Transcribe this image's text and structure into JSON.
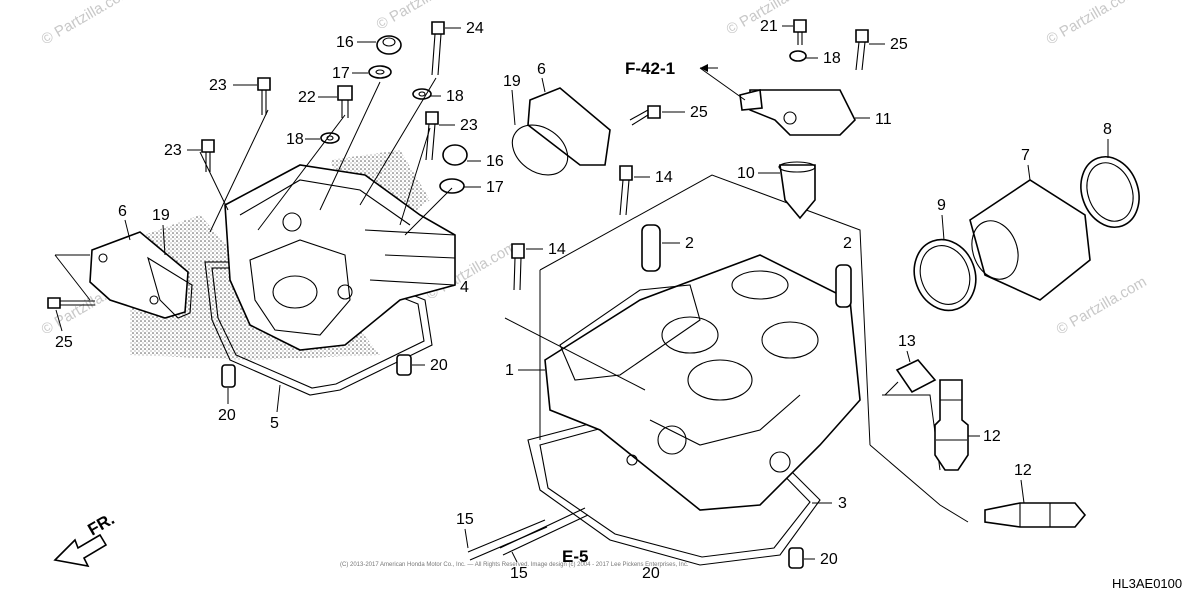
{
  "watermarks": [
    "© Partzilla.com",
    "© Partzilla.com",
    "© Partzilla.com",
    "© Partzilla.com",
    "© Partzilla.com",
    "© Partzilla.com",
    "© Partzilla.com"
  ],
  "callouts": {
    "c1": "1",
    "c2a": "2",
    "c2b": "2",
    "c3": "3",
    "c4": "4",
    "c5": "5",
    "c6a": "6",
    "c6b": "6",
    "c7": "7",
    "c8": "8",
    "c9": "9",
    "c10": "10",
    "c11": "11",
    "c12a": "12",
    "c12b": "12",
    "c13": "13",
    "c14a": "14",
    "c14b": "14",
    "c15a": "15",
    "c15b": "15",
    "c16a": "16",
    "c16b": "16",
    "c17a": "17",
    "c17b": "17",
    "c18a": "18",
    "c18b": "18",
    "c18c": "18",
    "c19a": "19",
    "c19b": "19",
    "c20a": "20",
    "c20b": "20",
    "c20c": "20",
    "c20d": "20",
    "c21": "21",
    "c22": "22",
    "c23a": "23",
    "c23b": "23",
    "c23c": "23",
    "c24": "24",
    "c25a": "25",
    "c25b": "25",
    "c25c": "25"
  },
  "references": {
    "f42": "F-42-1",
    "e5": "E-5"
  },
  "front_label": "FR.",
  "diagram_code": "HL3AE0100",
  "copyright": "(C) 2013-2017 American Honda Motor Co., Inc. — All Rights Reserved. Image design (c) 2004 - 2017 Lee Pickens Enterprises, Inc."
}
